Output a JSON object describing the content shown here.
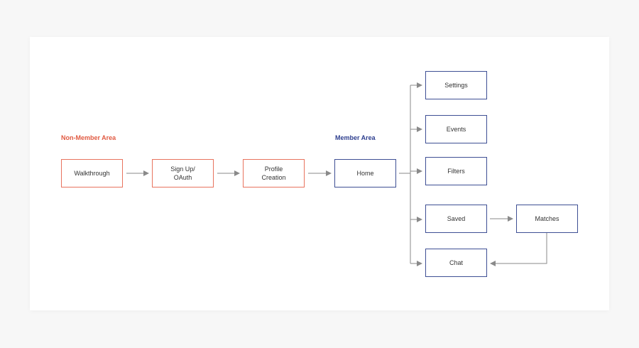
{
  "sections": {
    "non_member": "Non-Member Area",
    "member": "Member Area"
  },
  "nodes": {
    "walkthrough": "Walkthrough",
    "signup": "Sign Up/\nOAuth",
    "profile": "Profile\nCreation",
    "home": "Home",
    "settings": "Settings",
    "events": "Events",
    "filters": "Filters",
    "saved": "Saved",
    "matches": "Matches",
    "chat": "Chat"
  },
  "colors": {
    "non_member_accent": "#e15a42",
    "member_accent": "#2e3f8f",
    "arrow": "#8a8a8a"
  }
}
